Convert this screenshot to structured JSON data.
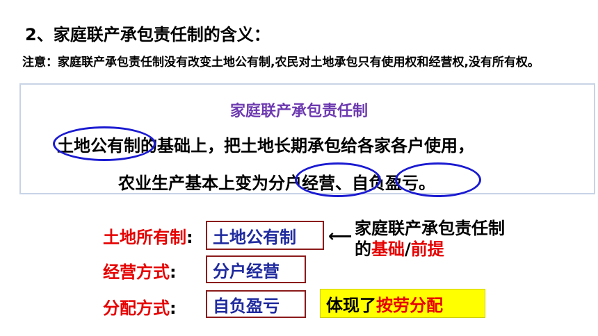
{
  "heading": "2、家庭联产承包责任制的含义：",
  "note": "注意：家庭联产承包责任制没有改变土地公有制,农民对土地承包只有使用权和经营权,没有所有权。",
  "box": {
    "title": "家庭联产承包责任制",
    "line1_hl": "土地公有制",
    "line1_rest": "的基础上，把土地长期承包给各家各户使用，",
    "line2_pre": "农业生产基本上变为",
    "line2_hl1": "分户经营",
    "line2_sep": "、",
    "line2_hl2": "自负盈亏",
    "line2_end": "。"
  },
  "rows": [
    {
      "label": "土地所有制",
      "colon": ":",
      "value": "土地公有制"
    },
    {
      "label": "经营方式",
      "colon": ":",
      "value": "分户经营"
    },
    {
      "label": "分配方式",
      "colon": ":",
      "value": "自负盈亏"
    }
  ],
  "arrow": "⟵",
  "right": {
    "line1": "家庭联产承包责任制",
    "line2_pre": "的",
    "line2_red1": "基础",
    "line2_slash": "/",
    "line2_red2": "前提"
  },
  "yellow": {
    "pre": "体现了",
    "red": "按劳分配"
  }
}
